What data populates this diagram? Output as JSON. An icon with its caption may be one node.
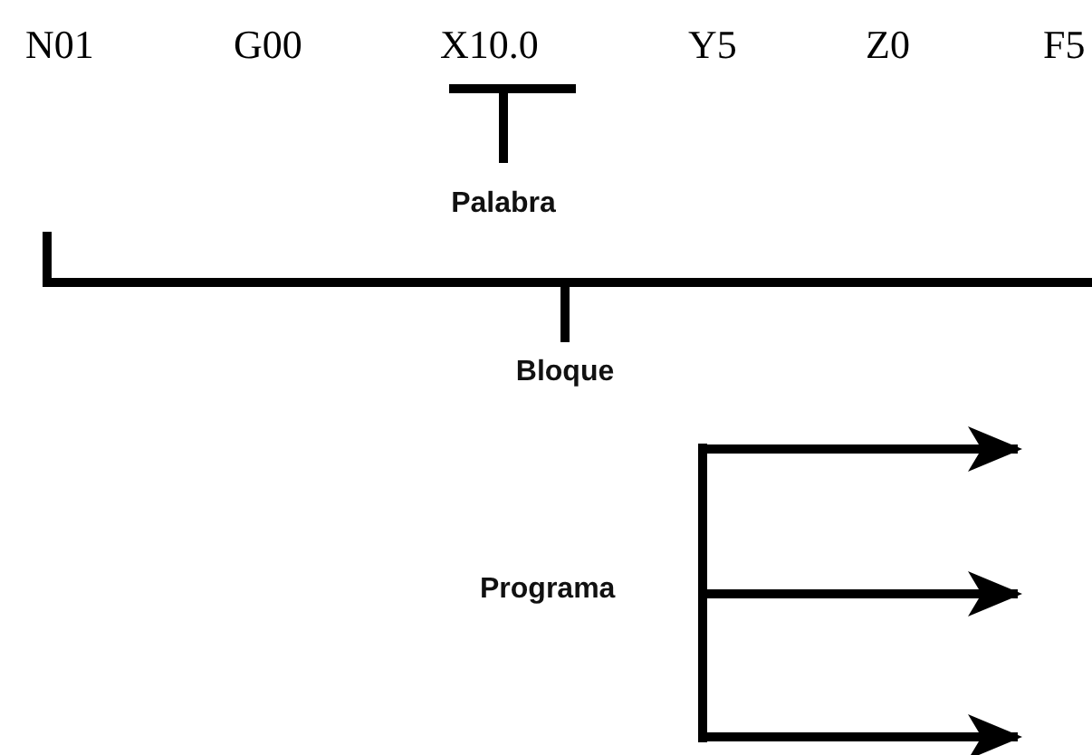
{
  "diagram": {
    "labels": [
      "N01",
      "G00",
      "X10.0",
      "Y5",
      "Z0",
      "F5",
      "Palabra",
      "Bloque",
      "Programa"
    ]
  }
}
